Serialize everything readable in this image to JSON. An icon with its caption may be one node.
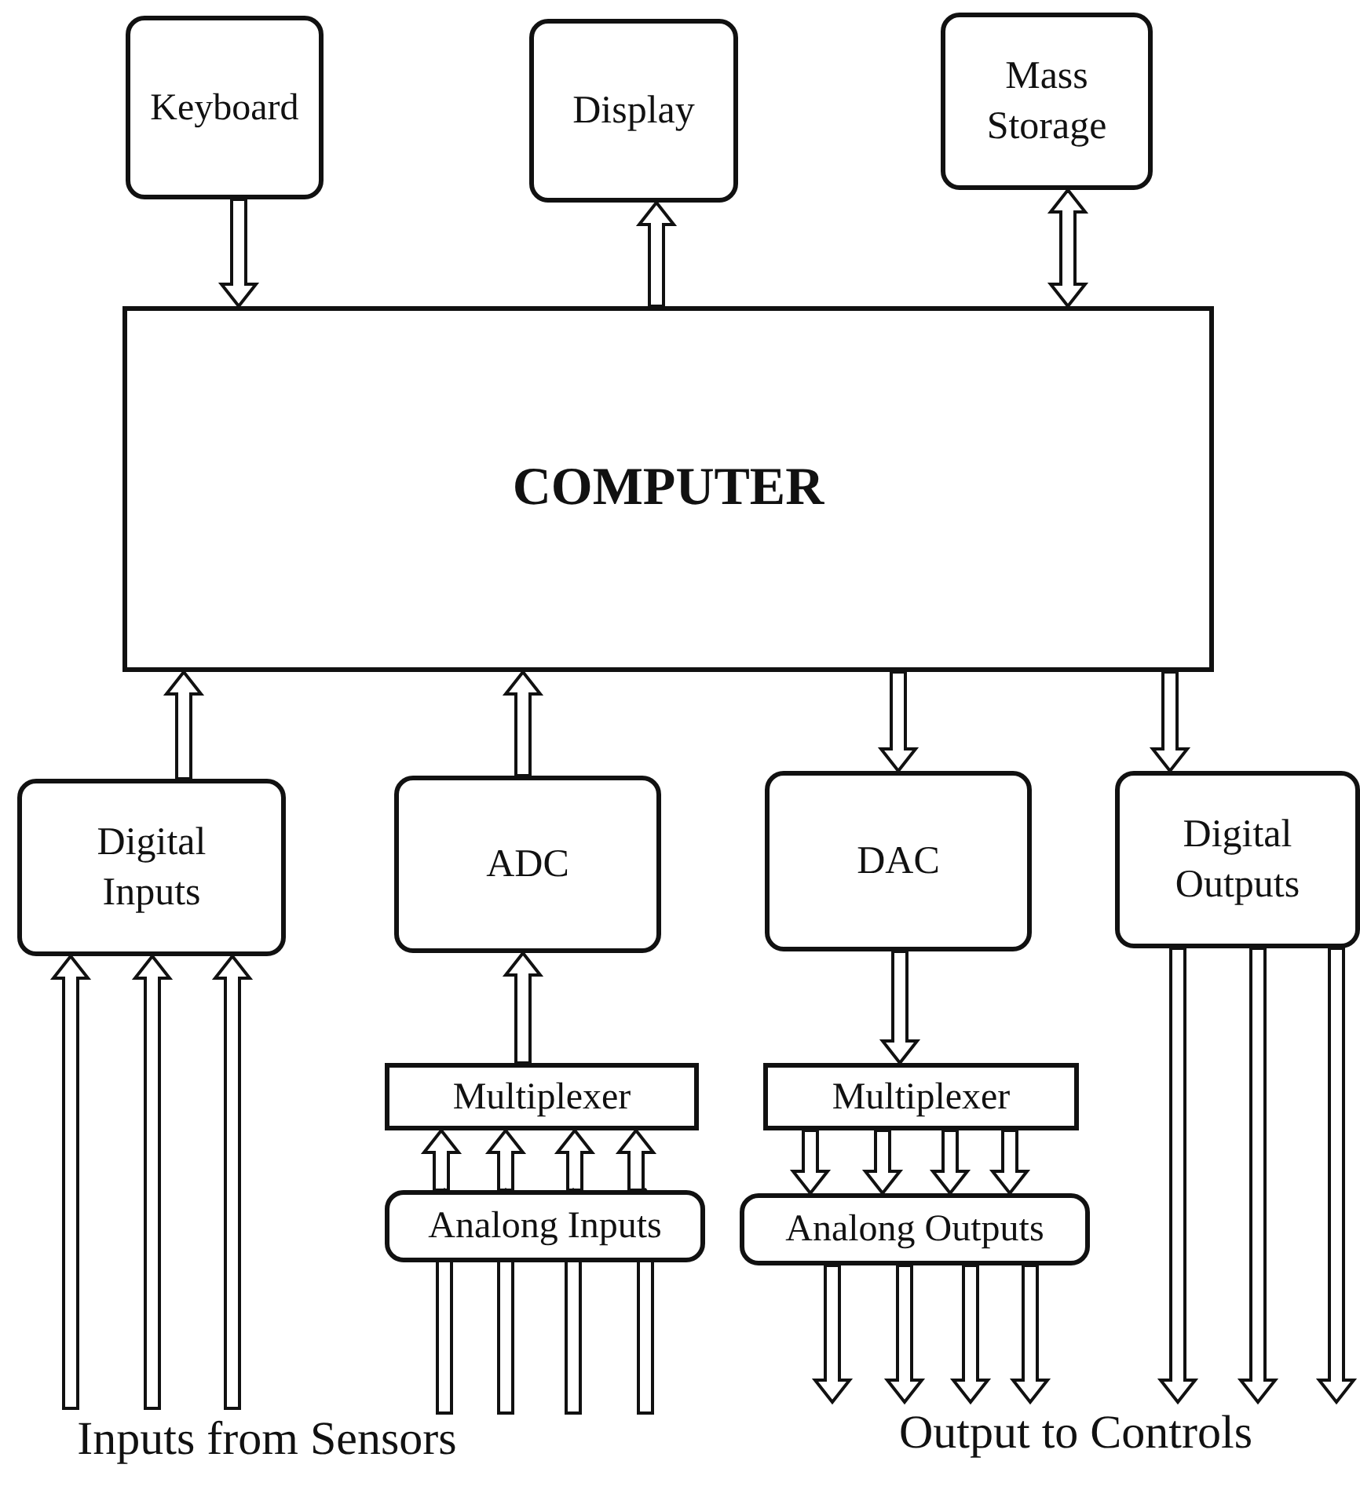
{
  "diagram": {
    "nodes": [
      {
        "text": [
          "Keyboard"
        ]
      },
      {
        "text": [
          "Display"
        ]
      },
      {
        "text": [
          "Mass Storage"
        ]
      },
      {
        "text": [
          "COMPUTER"
        ]
      },
      {
        "text": [
          "Digital Inputs"
        ]
      },
      {
        "text": [
          "ADC"
        ]
      },
      {
        "text": [
          "DAC"
        ]
      },
      {
        "text": [
          "Digital Outputs"
        ]
      },
      {
        "text": [
          "Multiplexer"
        ]
      },
      {
        "text": [
          "Multiplexer"
        ]
      },
      {
        "text": [
          "Analong Inputs"
        ]
      },
      {
        "text": [
          "Analong Outputs"
        ]
      },
      {
        "text": [
          "Inputs from Sensors"
        ]
      },
      {
        "text": [
          "Output to Controls"
        ]
      }
    ],
    "edges": [
      {
        "from": 0,
        "to": 3,
        "arrow": "to"
      },
      {
        "from": 3,
        "to": 1,
        "arrow": "to"
      },
      {
        "from": 2,
        "to": 3,
        "arrow": "both"
      },
      {
        "from": 4,
        "to": 3,
        "arrow": "to"
      },
      {
        "from": 5,
        "to": 3,
        "arrow": "to"
      },
      {
        "from": 3,
        "to": 6,
        "arrow": "to"
      },
      {
        "from": 3,
        "to": 7,
        "arrow": "to"
      },
      {
        "from": 12,
        "to": 4,
        "arrow": "to"
      },
      {
        "from": 12,
        "to": 4,
        "arrow": "to"
      },
      {
        "from": 12,
        "to": 4,
        "arrow": "to"
      },
      {
        "from": 8,
        "to": 5,
        "arrow": "to"
      },
      {
        "from": 10,
        "to": 8,
        "arrow": "to"
      },
      {
        "from": 10,
        "to": 8,
        "arrow": "to"
      },
      {
        "from": 10,
        "to": 8,
        "arrow": "to"
      },
      {
        "from": 10,
        "to": 8,
        "arrow": "to"
      },
      {
        "from": null,
        "to": 10,
        "arrow": "to"
      },
      {
        "from": null,
        "to": 10,
        "arrow": "to"
      },
      {
        "from": null,
        "to": 10,
        "arrow": "to"
      },
      {
        "from": null,
        "to": 10,
        "arrow": "to"
      },
      {
        "from": 6,
        "to": 9,
        "arrow": "to"
      },
      {
        "from": 9,
        "to": 11,
        "arrow": "to"
      },
      {
        "from": 9,
        "to": 11,
        "arrow": "to"
      },
      {
        "from": 9,
        "to": 11,
        "arrow": "to"
      },
      {
        "from": 9,
        "to": 11,
        "arrow": "to"
      },
      {
        "from": 11,
        "to": 13,
        "arrow": "to"
      },
      {
        "from": 11,
        "to": 13,
        "arrow": "to"
      },
      {
        "from": 11,
        "to": 13,
        "arrow": "to"
      },
      {
        "from": 11,
        "to": 13,
        "arrow": "to"
      },
      {
        "from": 7,
        "to": 13,
        "arrow": "to"
      },
      {
        "from": 7,
        "to": 13,
        "arrow": "to"
      },
      {
        "from": 7,
        "to": 13,
        "arrow": "to"
      }
    ]
  }
}
